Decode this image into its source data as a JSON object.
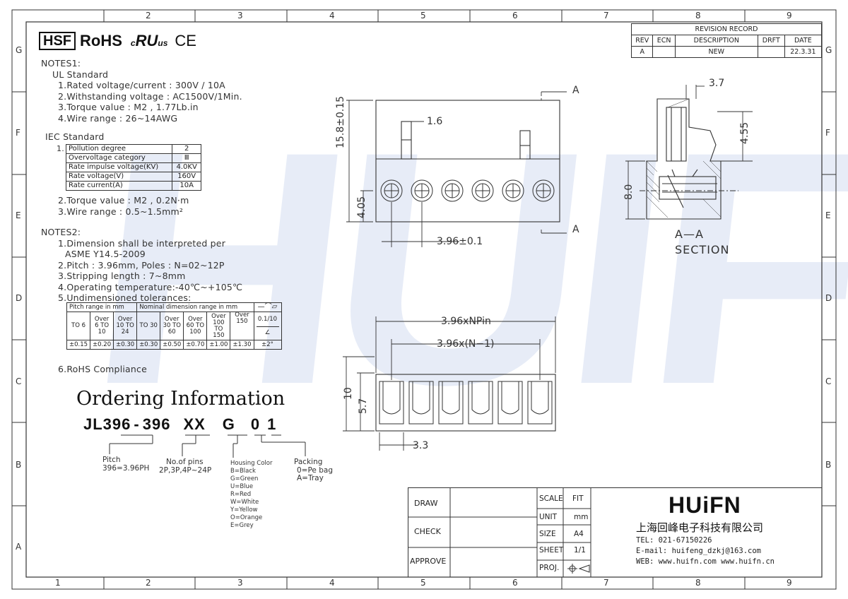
{
  "grid": {
    "top_cols": [
      "2",
      "3",
      "4",
      "5",
      "6",
      "7",
      "8",
      "9"
    ],
    "bottom_cols": [
      "1",
      "2",
      "3",
      "4",
      "5",
      "6",
      "7",
      "8",
      "9"
    ],
    "rows": [
      "G",
      "F",
      "E",
      "D",
      "C",
      "B",
      "A"
    ]
  },
  "certs": {
    "hsf": "HSF",
    "rohs": "RoHS",
    "ul": "c",
    "ul_mark": "RU",
    "ul_us": "us",
    "ce": "CE"
  },
  "notes1": {
    "title": "NOTES1:",
    "ul_title": "UL Standard",
    "ul_items": [
      "1.Rated voltage/current : 300V / 10A",
      "2.Withstanding voltage : AC1500V/1Min.",
      "3.Torque value : M2 , 1.77Lb.in",
      "4.Wire range : 26~14AWG"
    ],
    "iec_title": "IEC Standard",
    "iec_num": "1.",
    "iec_table": [
      [
        "Pollution degree",
        "2"
      ],
      [
        "Overvoltage category",
        "Ⅲ"
      ],
      [
        "Rate impulse voltage(KV)",
        "4.0KV"
      ],
      [
        "Rate voltage(V)",
        "160V"
      ],
      [
        "Rate current(A)",
        "10A"
      ]
    ],
    "iec_items": [
      "2.Torque value : M2 , 0.2N·m",
      "3.Wire range : 0.5~1.5mm²"
    ]
  },
  "notes2": {
    "title": "NOTES2:",
    "items": [
      "1.Dimension shall be interpreted per",
      "ASME Y14.5-2009",
      "2.Pitch : 3.96mm, Poles : N=02~12P",
      "3.Stripping length : 7~8mm",
      "4.Operating temperature:-40℃~+105℃",
      "5.Undimensioned tolerances:"
    ],
    "tol": {
      "h1": "Pitch range in mm",
      "h2": "Nominal dimension range in mm",
      "r1": [
        "TO 6",
        "Over 6 TO 10",
        "Over 10 TO 24",
        "TO 30",
        "Over 30 TO 60",
        "Over 60 TO 100",
        "Over 100 TO 150",
        "Over 150"
      ],
      "r2": [
        "±0.15",
        "±0.20",
        "±0.30",
        "±0.30",
        "±0.50",
        "±0.70",
        "±1.00",
        "±1.30"
      ],
      "flat": "0.1/10",
      "angle": "±2°"
    },
    "rohs": "6.RoHS Compliance"
  },
  "ordering": {
    "title": "Ordering Information",
    "code": [
      "JL396",
      "-",
      "396",
      "XX",
      "G",
      "0",
      "1"
    ],
    "pitch": [
      "Pitch",
      "396=3.96PH"
    ],
    "pins": [
      "No.of pins",
      "2P,3P,4P~24P"
    ],
    "color": [
      "Housing Color",
      "B=Black",
      "G=Green",
      "U=Blue",
      "R=Red",
      "W=White",
      "Y=Yellow",
      "O=Orange",
      "E=Grey"
    ],
    "packing": [
      "Packing",
      "0=Pe bag",
      "A=Tray"
    ]
  },
  "revision": {
    "title": "REVISION RECORD",
    "headers": [
      "REV",
      "ECN",
      "DESCRIPTION",
      "DRFT",
      "DATE"
    ],
    "row": [
      "A",
      "",
      "NEW",
      "",
      "22.3.31"
    ]
  },
  "dims": {
    "d16": "1.6",
    "d158": "15.8±0.15",
    "d405": "4.05",
    "d396": "3.96±0.1",
    "d37": "3.7",
    "d455": "4.55",
    "d80": "8.0",
    "section_a": "A",
    "section": "A—A",
    "section2": "SECTION",
    "npin": "3.96xNPin",
    "n1": "3.96x(N−1)",
    "d10": "10",
    "d57": "5.7",
    "d33": "3.3"
  },
  "titleblock": {
    "draw": "DRAW",
    "check": "CHECK",
    "approve": "APPROVE",
    "scale": "SCALE",
    "scale_v": "FIT",
    "unit": "UNIT",
    "unit_v": "mm",
    "size": "SIZE",
    "size_v": "A4",
    "sheet": "SHEET",
    "sheet_v": "1/1",
    "proj": "PROJ.",
    "brand": "HUiFN",
    "company": "上海回峰电子科技有限公司",
    "tel": "TEL: 021-67150226",
    "email": "E-mail: huifeng_dzkj@163.com",
    "web": "WEB: www.huifn.com  www.huifn.cn"
  },
  "watermark": "HUIFN"
}
